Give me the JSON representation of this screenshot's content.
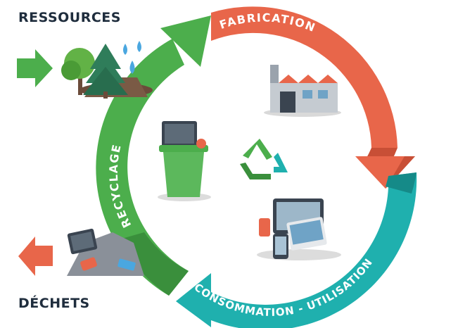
{
  "labels": {
    "ressources": "RESSOURCES",
    "dechets": "DÉCHETS",
    "fabrication": "FABRICATION",
    "consommation": "CONSOMMATION - UTILISATION",
    "recyclage": "RECYCLAGE"
  },
  "colors": {
    "green": "#4cae4c",
    "green_dark": "#3a8f3c",
    "orange": "#e8664a",
    "orange_dark": "#c84f36",
    "teal": "#1fb0ae",
    "teal_dark": "#158a88",
    "text_dark": "#1f2d3d"
  },
  "icons": [
    "trees-icon",
    "water-drops-icon",
    "factory-icon",
    "devices-icon",
    "recycle-bin-icon",
    "recycle-symbol-icon",
    "waste-pile-icon",
    "input-arrow-icon",
    "output-arrow-icon"
  ]
}
